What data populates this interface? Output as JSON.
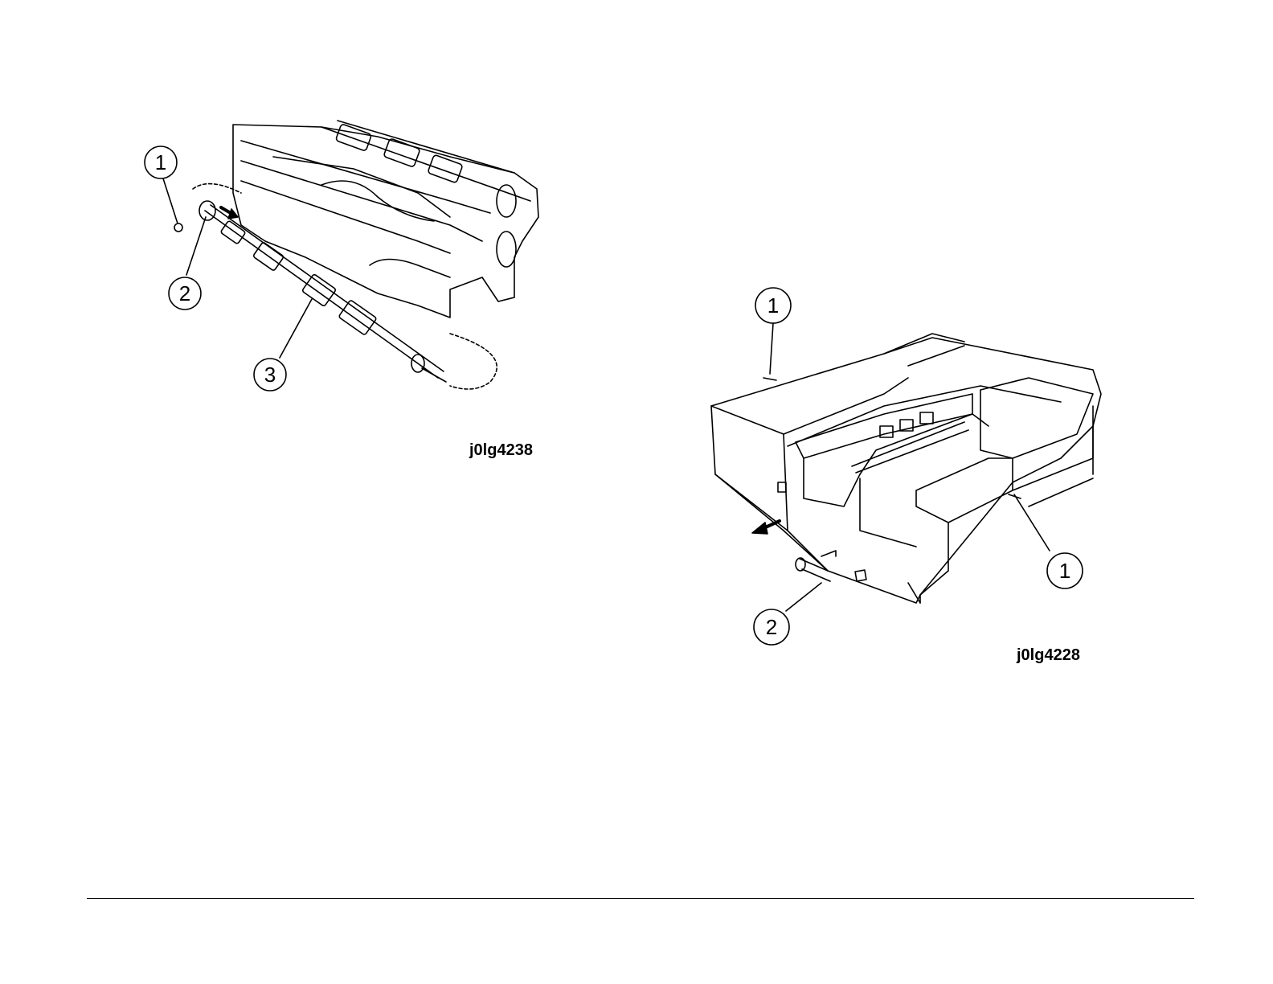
{
  "figures": [
    {
      "id": "j0lg4238",
      "callouts": [
        "1",
        "2",
        "3"
      ]
    },
    {
      "id": "j0lg4228",
      "callouts": [
        "1",
        "2",
        "1"
      ]
    }
  ]
}
